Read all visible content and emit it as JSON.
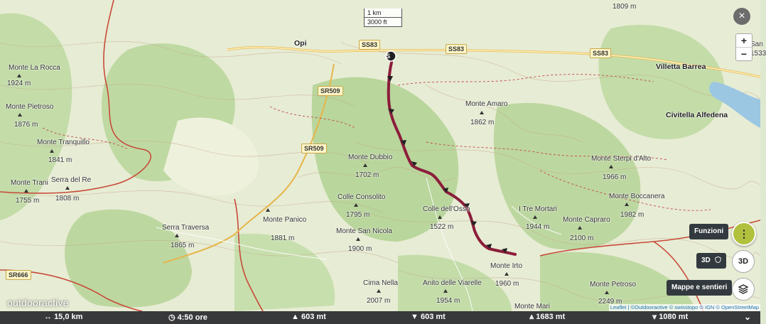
{
  "map": {
    "towns": [
      {
        "id": "opi",
        "name": "Opi"
      },
      {
        "id": "villetta",
        "name": "Villetta Barrea"
      },
      {
        "id": "civitella",
        "name": "Civitella Alfedena"
      }
    ],
    "peaks": [
      {
        "name": "Monte La Rocca",
        "elev": "1924 m"
      },
      {
        "name": "Monte Pietroso",
        "elev": "1876 m"
      },
      {
        "name": "Monte Tranquillo",
        "elev": "1841 m"
      },
      {
        "name": "Monte Trani",
        "elev": "1755 m"
      },
      {
        "name": "Serra del Re",
        "elev": "1808 m"
      },
      {
        "name": "Serra Traversa",
        "elev": "1865 m"
      },
      {
        "name": "Monte Panico",
        "elev": "1881 m"
      },
      {
        "name": "Monte Dubbio",
        "elev": "1702 m"
      },
      {
        "name": "Colle Consolito",
        "elev": "1795 m"
      },
      {
        "name": "Monte San Nicola",
        "elev": "1900 m"
      },
      {
        "name": "Monte Amaro",
        "elev": "1862 m"
      },
      {
        "name": "Colle dell'Osso",
        "elev": "1522 m"
      },
      {
        "name": "I Tre Mortari",
        "elev": "1944 m"
      },
      {
        "name": "Monte Capraro",
        "elev": "2100 m"
      },
      {
        "name": "Monte Sterpi d'Alto",
        "elev": "1966 m"
      },
      {
        "name": "Monte Boccanera",
        "elev": "1982 m"
      },
      {
        "name": "Monte Irto",
        "elev": "1960 m"
      },
      {
        "name": "Cima Nella",
        "elev": "2007 m"
      },
      {
        "name": "Anito delle Viarelle",
        "elev": "1954 m"
      },
      {
        "name": "Monte Petroso",
        "elev": "2249 m"
      },
      {
        "name": "Monte Mari",
        "elev": ""
      }
    ],
    "roads": [
      "SS83",
      "SS83",
      "SS83",
      "SR509",
      "SR509",
      "SR666"
    ],
    "edge_labels": [
      "1809 m",
      "San",
      "1533"
    ],
    "scale": {
      "km": "1 km",
      "ft": "3000 ft"
    },
    "start_marker": "S",
    "logo": "outdooractive",
    "attribution": "Leaflet | ©Outdooractive © swisstopo © IGN © OpenStreetMap"
  },
  "controls": {
    "close": "×",
    "zoom_in": "+",
    "zoom_out": "−",
    "funzioni": "Funzioni",
    "three_d_toggle": "3D",
    "three_d_button": "3D",
    "mappe": "Mappe e sentieri",
    "more_dots": "⋮"
  },
  "stats": {
    "distance": "15,0 km",
    "duration": "4:50 ore",
    "ascent": "603 mt",
    "descent": "603 mt",
    "max_alt": "1683 mt",
    "min_alt": "1080 mt"
  },
  "colors": {
    "route": "#8c1d3b",
    "road": "#c84a3a",
    "water": "#9cc7e3",
    "forest": "#bcd8a0",
    "meadow": "#e9eed7"
  }
}
